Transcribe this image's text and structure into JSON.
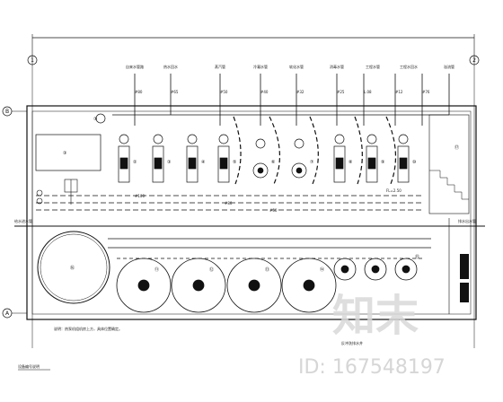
{
  "grid": {
    "col_left": "1",
    "col_right": "2",
    "row_top": "B",
    "row_bottom": "A"
  },
  "top_labels": [
    "",
    "自来水管路",
    "热水回水",
    "",
    "蒸汽管",
    "冷凝水管",
    "",
    "软化水管",
    "消毒水管",
    "工程水管",
    "工程水回水",
    "",
    "溢流管"
  ],
  "pipe_tags": [
    "#25",
    "#32",
    "#40",
    "#50",
    "#65",
    "#80",
    "#100",
    "L.08",
    "#12",
    "#76"
  ],
  "equipment_ids": [
    "①",
    "②",
    "③",
    "④",
    "⑤",
    "⑥",
    "⑦",
    "⑧",
    "⑨",
    "⑩",
    "⑪",
    "⑫",
    "⑬",
    "⑭",
    "⑮",
    "⑯",
    "⑰",
    "⑱",
    "⑲",
    "⑳"
  ],
  "side_labels": {
    "left_inlet": "给水进水管",
    "right_outlet": "排水出水管"
  },
  "level_mark": "FL=2.50",
  "notes": {
    "explanation": "说明：热泵机组机房上方，具体位置确定。",
    "drain": "反冲洗排水井",
    "legend": "设备编号说明"
  },
  "watermark": {
    "brand": "知末",
    "id": "ID: 167548197"
  }
}
